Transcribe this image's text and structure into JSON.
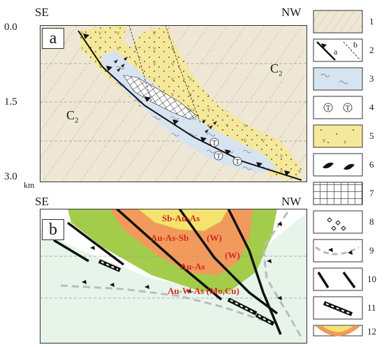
{
  "panel_a": {
    "label": "a",
    "dir_left": "SE",
    "dir_right": "NW",
    "axis_ticks": [
      "0.0",
      "1.5",
      "3.0"
    ],
    "axis_unit": "km",
    "unit_left": "C",
    "unit_left_sub": "2",
    "unit_right": "C",
    "unit_right_sub": "2"
  },
  "panel_b": {
    "label": "b",
    "dir_left": "SE",
    "dir_right": "NW",
    "zones": [
      "Sb-Au-As",
      "Au-As-Sb",
      "(W)",
      "Au-As",
      "(W)",
      "Au-W-As (Mo,Cu)"
    ]
  },
  "legend": {
    "numbers": [
      "1",
      "2",
      "3",
      "4",
      "5",
      "6",
      "7",
      "8",
      "9",
      "10",
      "11",
      "12"
    ],
    "item2_a": "a",
    "item2_b": "b",
    "item4_symbol": "T"
  },
  "colors": {
    "host": "#efe7d6",
    "hatch": "#b7aa90",
    "blue": "#d6e4f2",
    "yellow": "#f6e89a",
    "yellow_bright": "#f4e36e",
    "orange": "#f19a5c",
    "green": "#a3cc4b",
    "mint": "#e6f4ea",
    "zone_label": "#d42a1a"
  }
}
